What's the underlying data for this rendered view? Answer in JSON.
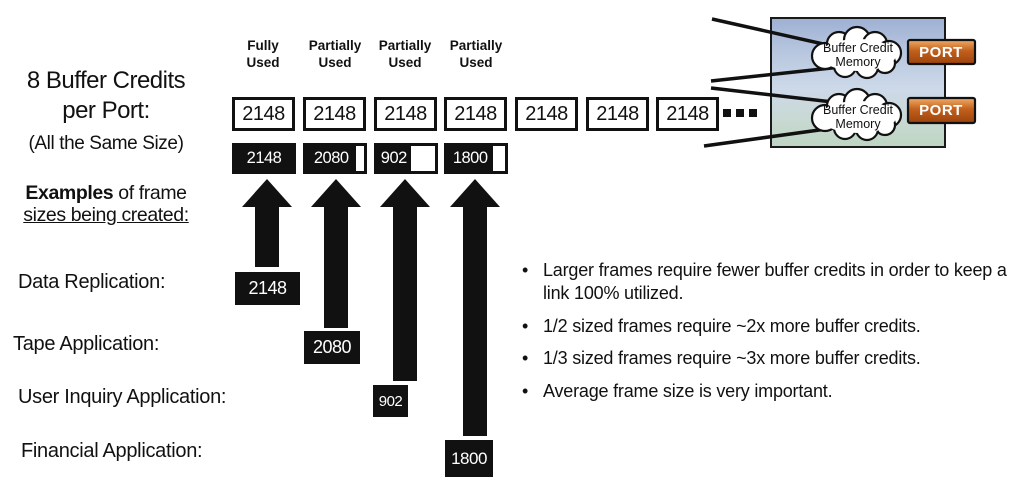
{
  "left_panel": {
    "title_line1": "8 Buffer Credits",
    "title_line2": "per Port:",
    "subtitle": "(All the Same Size)",
    "examples_line1_bold": "Examples",
    "examples_line1_rest": "of frame",
    "examples_line2": "sizes being created:",
    "applications": [
      {
        "label": "Data Replication:",
        "frame_size": "2148"
      },
      {
        "label": "Tape Application:",
        "frame_size": "2080"
      },
      {
        "label": "User Inquiry Application:",
        "frame_size": "902"
      },
      {
        "label": "Financial Application:",
        "frame_size": "1800"
      }
    ]
  },
  "credit_row": {
    "usage_labels": [
      {
        "line1": "Fully",
        "line2": "Used"
      },
      {
        "line1": "Partially",
        "line2": "Used"
      },
      {
        "line1": "Partially",
        "line2": "Used"
      },
      {
        "line1": "Partially",
        "line2": "Used"
      }
    ],
    "credit_value": "2148",
    "credit_count": 7,
    "ellipsis": "...",
    "filled_boxes": [
      {
        "value": "2148",
        "fill_pct": 100
      },
      {
        "value": "2080",
        "fill_pct": 87
      },
      {
        "value": "902",
        "fill_pct": 58
      },
      {
        "value": "1800",
        "fill_pct": 80
      }
    ]
  },
  "notes": [
    "Larger frames require fewer buffer credits in order to keep a link 100% utilized.",
    "1/2 sized frames require ~2x more buffer credits.",
    "1/3 sized frames require ~3x more buffer credits.",
    "Average frame size is very important."
  ],
  "switch_diagram": {
    "cloud_label_line1": "Buffer Credit",
    "cloud_label_line2": "Memory",
    "port_label": "PORT",
    "colors": {
      "port_orange_top": "#f0ac67",
      "port_orange_mid": "#c2601c",
      "port_orange_bottom": "#9c430c",
      "switch_blue_top": "#9fb1d4",
      "switch_blue_mid": "#cdd9e9",
      "switch_green_bottom": "#bed6c2",
      "ink": "#111111"
    }
  }
}
